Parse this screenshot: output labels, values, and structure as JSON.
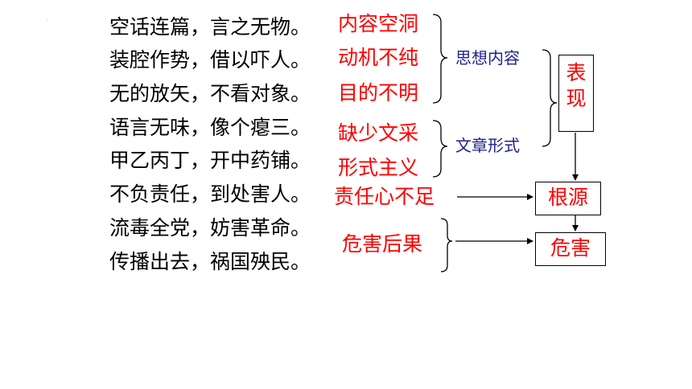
{
  "lines": [
    "空话连篇，言之无物。",
    "装腔作势，借以吓人。",
    "无的放矢，不看对象。",
    "语言无味，像个瘪三。",
    "甲乙丙丁，开中药铺。",
    "不负责任，到处害人。",
    "流毒全党，妨害革命。",
    "传播出去，祸国殃民。"
  ],
  "labels": {
    "l1": "内容空洞",
    "l2": "动机不纯",
    "l3": "目的不明",
    "l4": "缺少文采",
    "l5": "形式主义",
    "l6": "责任心不足",
    "l7": "危害后果"
  },
  "groups": {
    "content": "思想内容",
    "form": "文章形式"
  },
  "boxes": {
    "biaoxian": "表现",
    "genyuan": "根源",
    "weihai": "危害"
  },
  "colors": {
    "text": "#000000",
    "label": "#ff0000",
    "group": "#1f1f8f",
    "line": "#000000"
  }
}
